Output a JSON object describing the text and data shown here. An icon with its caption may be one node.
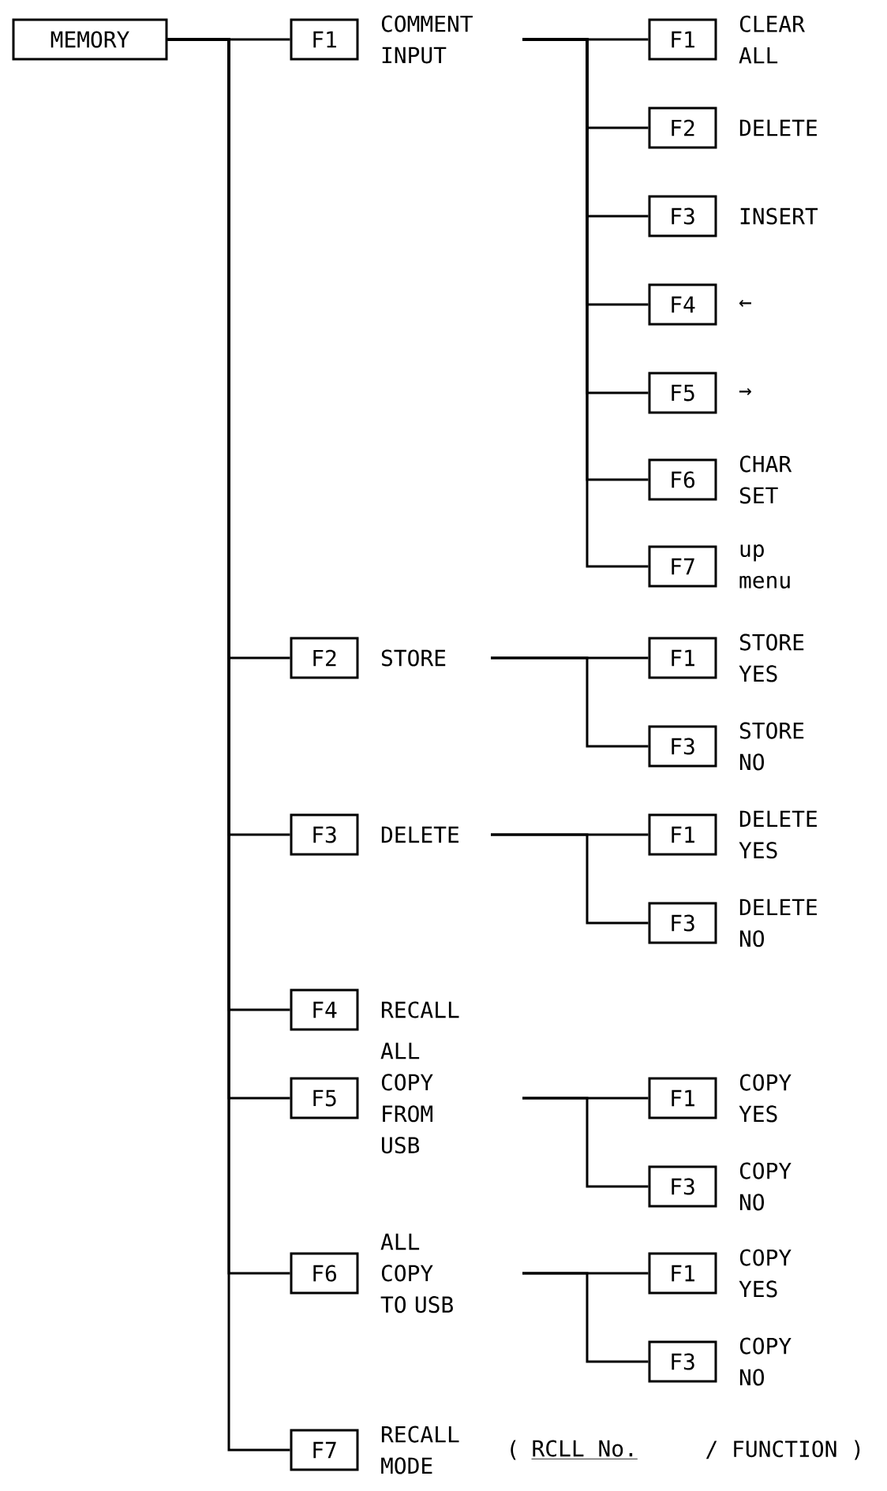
{
  "diagram": {
    "nodes": [
      {
        "text": [
          "MEMORY"
        ]
      },
      {
        "text": [
          "F1"
        ],
        "beside": [
          "COMMENT INPUT"
        ]
      },
      {
        "text": [
          "F1"
        ],
        "beside": [
          "CLEAR ALL"
        ]
      },
      {
        "text": [
          "F2"
        ],
        "beside": [
          "DELETE"
        ]
      },
      {
        "text": [
          "F3"
        ],
        "beside": [
          "INSERT"
        ]
      },
      {
        "text": [
          "F4"
        ],
        "beside": [
          "←"
        ]
      },
      {
        "text": [
          "F5"
        ],
        "beside": [
          "→"
        ]
      },
      {
        "text": [
          "F6"
        ],
        "beside": [
          "CHAR SET"
        ]
      },
      {
        "text": [
          "F7"
        ],
        "beside": [
          "up menu"
        ]
      },
      {
        "text": [
          "F2"
        ],
        "beside": [
          "STORE"
        ]
      },
      {
        "text": [
          "F1"
        ],
        "beside": [
          "STORE YES"
        ]
      },
      {
        "text": [
          "F3"
        ],
        "beside": [
          "STORE NO"
        ]
      },
      {
        "text": [
          "F3"
        ],
        "beside": [
          "DELETE"
        ]
      },
      {
        "text": [
          "F1"
        ],
        "beside": [
          "DELETE YES"
        ]
      },
      {
        "text": [
          "F3"
        ],
        "beside": [
          "DELETE NO"
        ]
      },
      {
        "text": [
          "F4"
        ],
        "beside": [
          "RECALL"
        ]
      },
      {
        "text": [
          "F5"
        ],
        "beside": [
          "ALL COPY FROM USB"
        ]
      },
      {
        "text": [
          "F1"
        ],
        "beside": [
          "COPY YES"
        ]
      },
      {
        "text": [
          "F3"
        ],
        "beside": [
          "COPY NO"
        ]
      },
      {
        "text": [
          "F6"
        ],
        "beside": [
          "ALL COPY TO USB"
        ]
      },
      {
        "text": [
          "F1"
        ],
        "beside": [
          "COPY YES"
        ]
      },
      {
        "text": [
          "F3"
        ],
        "beside": [
          "COPY NO"
        ]
      },
      {
        "text": [
          "F7"
        ],
        "beside": [
          "RECALL MODE"
        ]
      }
    ],
    "edges": [
      {
        "from": 0,
        "to": 1,
        "arrow": "none"
      },
      {
        "from": 0,
        "to": 9,
        "arrow": "none"
      },
      {
        "from": 0,
        "to": 12,
        "arrow": "none"
      },
      {
        "from": 0,
        "to": 15,
        "arrow": "none"
      },
      {
        "from": 0,
        "to": 16,
        "arrow": "none"
      },
      {
        "from": 0,
        "to": 19,
        "arrow": "none"
      },
      {
        "from": 0,
        "to": 22,
        "arrow": "none"
      },
      {
        "from": 1,
        "to": 2,
        "arrow": "none"
      },
      {
        "from": 1,
        "to": 3,
        "arrow": "none"
      },
      {
        "from": 1,
        "to": 4,
        "arrow": "none"
      },
      {
        "from": 1,
        "to": 5,
        "arrow": "none"
      },
      {
        "from": 1,
        "to": 6,
        "arrow": "none"
      },
      {
        "from": 1,
        "to": 7,
        "arrow": "none"
      },
      {
        "from": 1,
        "to": 8,
        "arrow": "none"
      },
      {
        "from": 9,
        "to": 10,
        "arrow": "none"
      },
      {
        "from": 9,
        "to": 11,
        "arrow": "none"
      },
      {
        "from": 12,
        "to": 13,
        "arrow": "none"
      },
      {
        "from": 12,
        "to": 14,
        "arrow": "none"
      },
      {
        "from": 16,
        "to": 17,
        "arrow": "none"
      },
      {
        "from": 16,
        "to": 18,
        "arrow": "none"
      },
      {
        "from": 19,
        "to": 20,
        "arrow": "none"
      },
      {
        "from": 19,
        "to": 21,
        "arrow": "none"
      }
    ],
    "labels": [
      "(",
      "RCLL No.",
      "/ FUNCTION )"
    ]
  }
}
